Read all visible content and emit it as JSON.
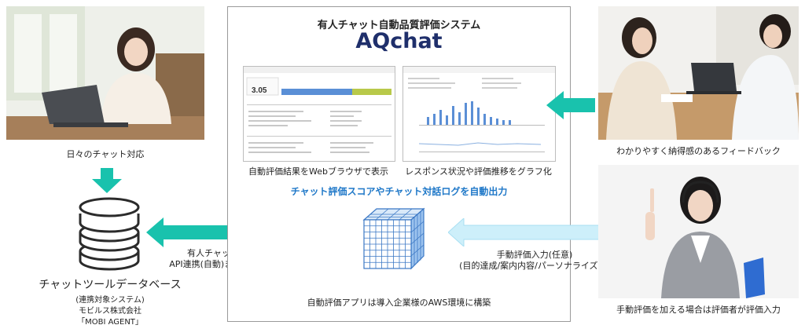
{
  "left": {
    "photo_caption": "日々のチャット対応",
    "db_title": "チャットツールデータベース",
    "db_line1": "(連携対象システム)",
    "db_line2": "モビルス株式会社",
    "db_line3": "「MOBI AGENT」"
  },
  "center": {
    "subtitle": "有人チャット自動品質評価システム",
    "title": "AQchat",
    "left_caption": "自動評価結果をWebブラウザで表示",
    "right_caption": "レスポンス状況や評価推移をグラフ化",
    "highlight": "チャット評価スコアやチャット対話ログを自動出力",
    "footer": "自動評価アプリは導入企業様のAWS環境に構築",
    "score": "3.05"
  },
  "arrows": {
    "link_line1": "有人チャット対応ログデータを",
    "link_line2": "API連携(自動)またはファイル連携(手動)",
    "manual_line1": "手動評価入力(任意)",
    "manual_line2": "(目的達成/案内内容/パーソナライズ等)"
  },
  "right": {
    "feedback_caption": "わかりやすく納得感のあるフィードバック",
    "evaluator_caption": "手動評価を加える場合は評価者が評価入力"
  },
  "colors": {
    "accent_teal": "#19c2ad",
    "title_navy": "#1f2f6b",
    "highlight_blue": "#1f78c8",
    "light_arrow": "#cdeffa"
  }
}
